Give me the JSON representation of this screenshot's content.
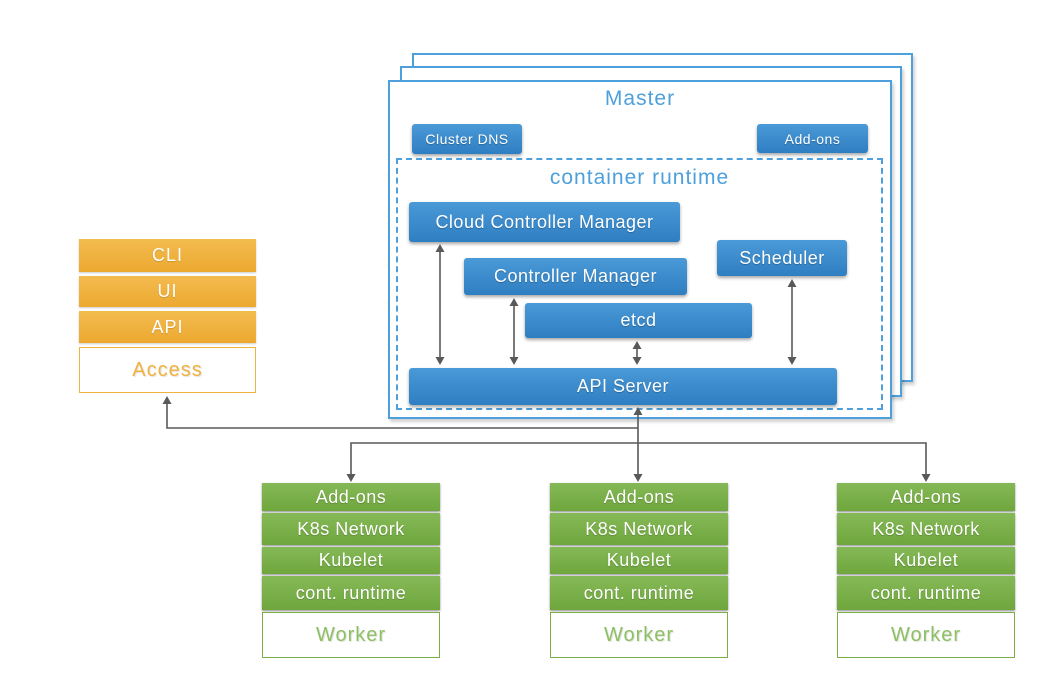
{
  "master": {
    "title": "Master",
    "replica_layers": 3,
    "buttons": {
      "cluster_dns": "Cluster DNS",
      "addons": "Add-ons"
    },
    "container_runtime": {
      "title": "container runtime",
      "components": {
        "cloud_controller_manager": "Cloud Controller Manager",
        "controller_manager": "Controller Manager",
        "etcd": "etcd",
        "scheduler": "Scheduler",
        "api_server": "API Server"
      }
    }
  },
  "access_stack": {
    "bars": [
      "CLI",
      "UI",
      "API"
    ],
    "label": "Access"
  },
  "worker_nodes": {
    "count": 3,
    "bars": [
      "Add-ons",
      "K8s Network",
      "Kubelet",
      "cont. runtime"
    ],
    "label": "Worker"
  },
  "colors": {
    "component_blue": "#3787cb",
    "master_outline_blue": "#4da0db",
    "access_orange": "#f0b240",
    "worker_green": "#7ab047",
    "connector_gray": "#595959"
  }
}
